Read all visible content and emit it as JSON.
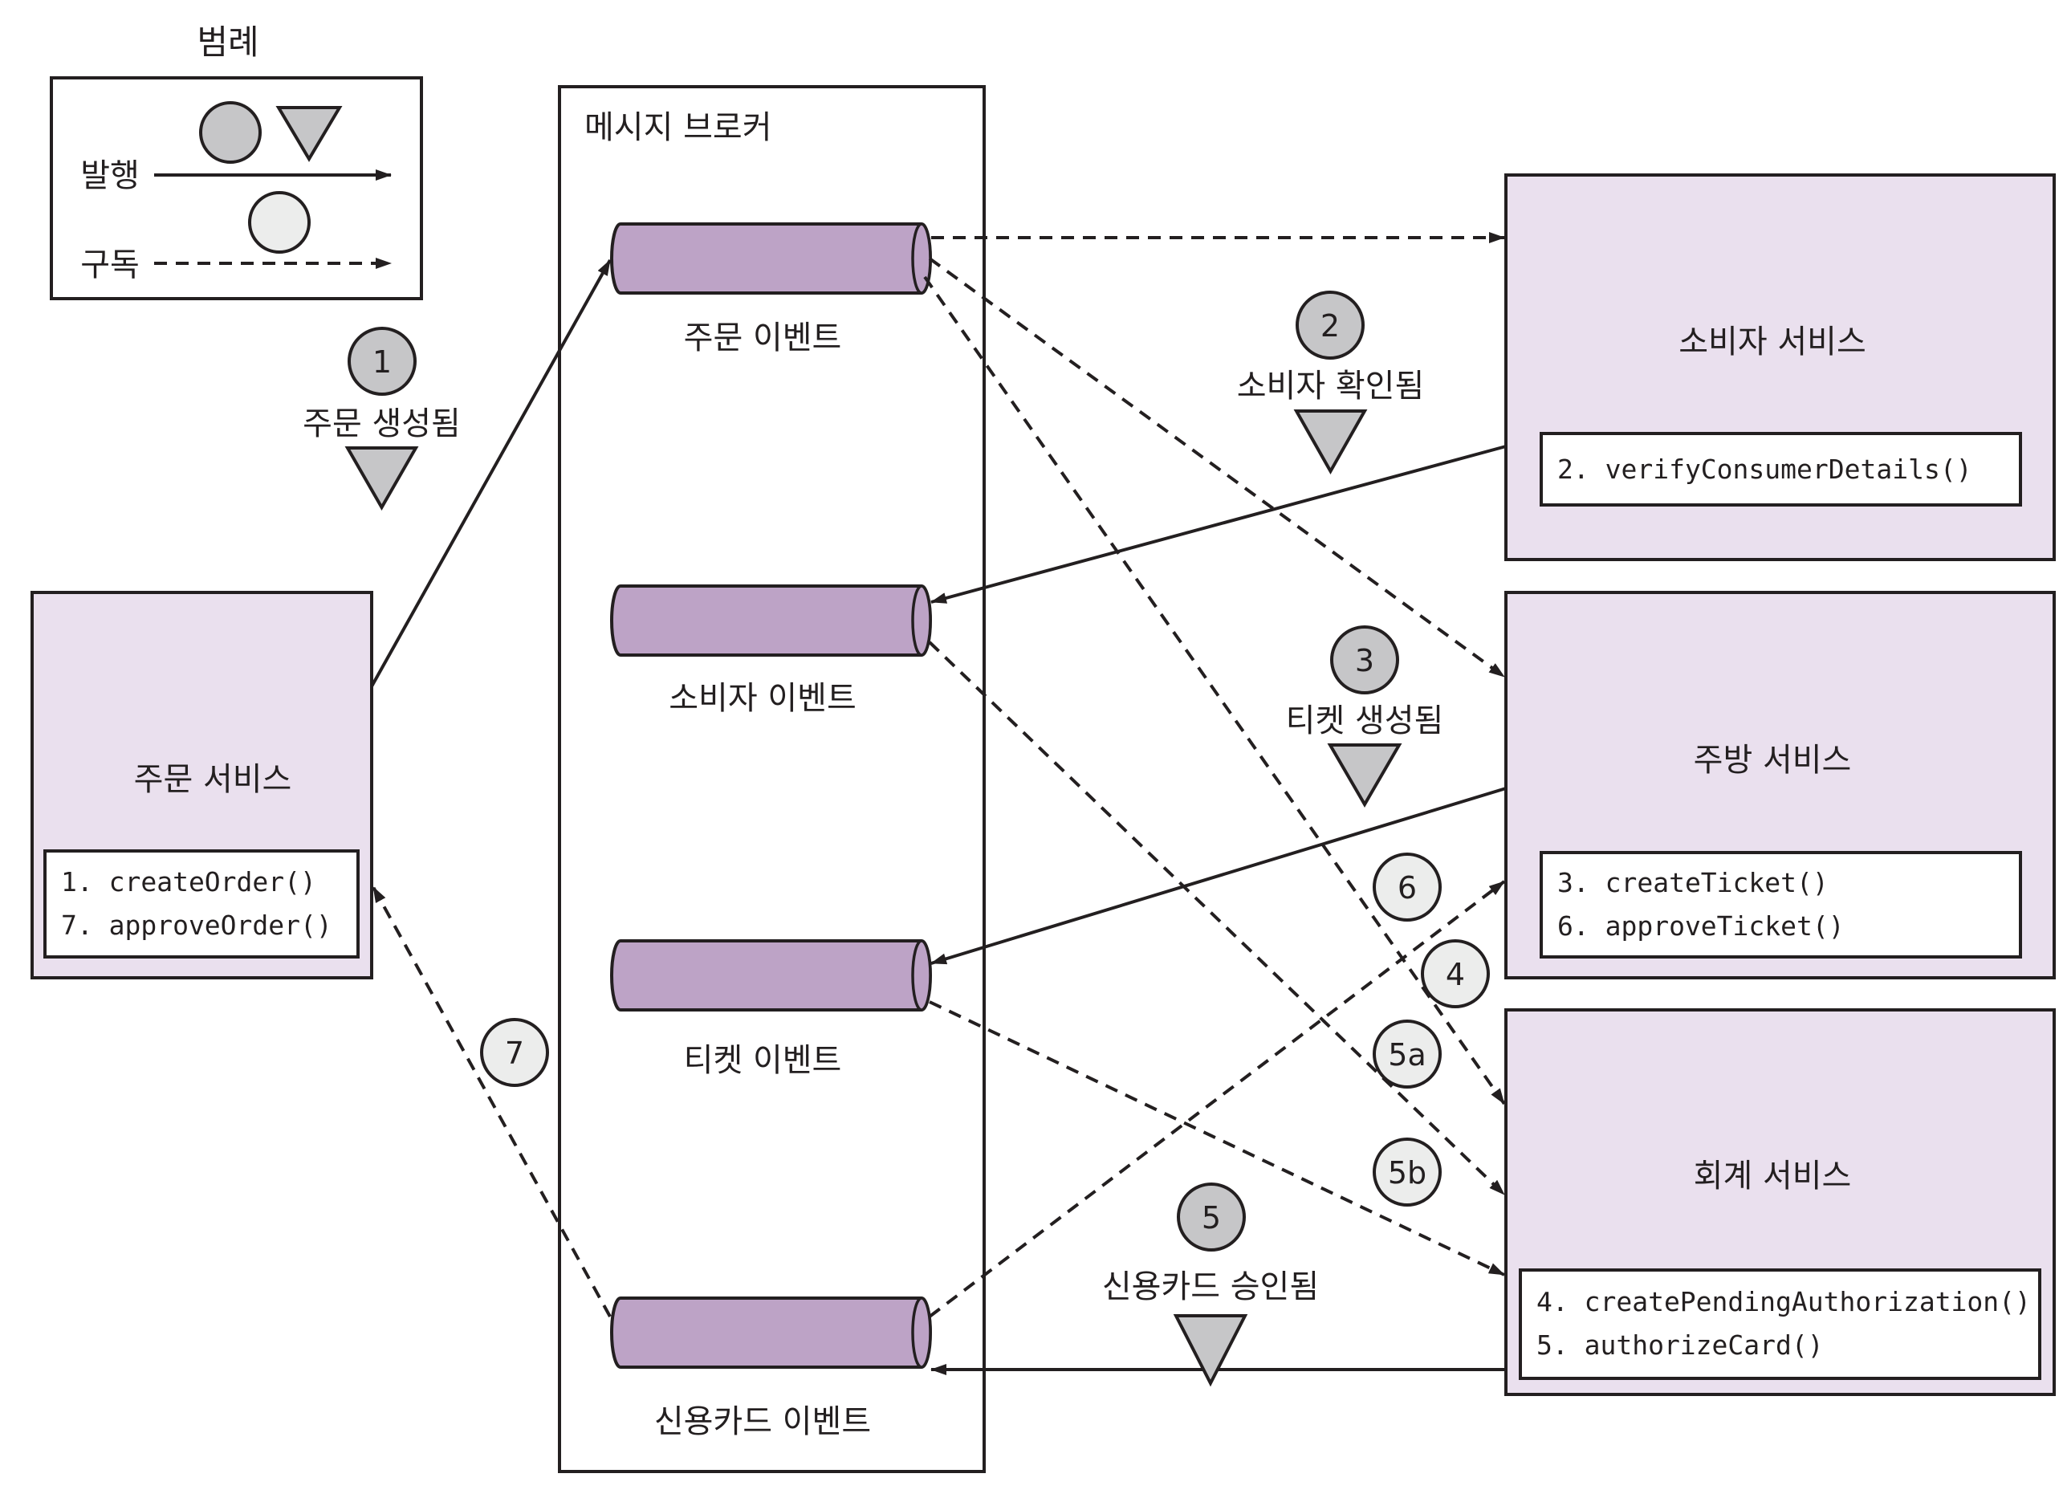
{
  "legend": {
    "title": "범례",
    "publish_label": "발행",
    "subscribe_label": "구독"
  },
  "broker": {
    "title": "메시지 브로커",
    "channels": [
      {
        "id": "order",
        "label": "주문 이벤트"
      },
      {
        "id": "consumer",
        "label": "소비자 이벤트"
      },
      {
        "id": "ticket",
        "label": "티켓 이벤트"
      },
      {
        "id": "card",
        "label": "신용카드 이벤트"
      }
    ]
  },
  "services": {
    "order": {
      "title": "주문 서비스",
      "methods": [
        "1. createOrder()",
        "7. approveOrder()"
      ]
    },
    "consumer": {
      "title": "소비자 서비스",
      "methods": [
        "2. verifyConsumerDetails()"
      ]
    },
    "kitchen": {
      "title": "주방 서비스",
      "methods": [
        "3. createTicket()",
        "6. approveTicket()"
      ]
    },
    "accounting": {
      "title": "회계 서비스",
      "methods": [
        "4. createPendingAuthorization()",
        "5. authorizeCard()"
      ]
    }
  },
  "published_events": [
    {
      "step": "1",
      "label": "주문 생성됨"
    },
    {
      "step": "2",
      "label": "소비자 확인됨"
    },
    {
      "step": "3",
      "label": "티켓 생성됨"
    },
    {
      "step": "5",
      "label": "신용카드 승인됨"
    }
  ],
  "subscription_steps": [
    "6",
    "4",
    "5a",
    "5b",
    "7"
  ],
  "colors": {
    "service_fill": "#EAE0EE",
    "channel_fill": "#BDA3C6",
    "publish_marker": "#C6C6C8",
    "subscribe_marker": "#ECEDEC",
    "stroke": "#231F20"
  }
}
